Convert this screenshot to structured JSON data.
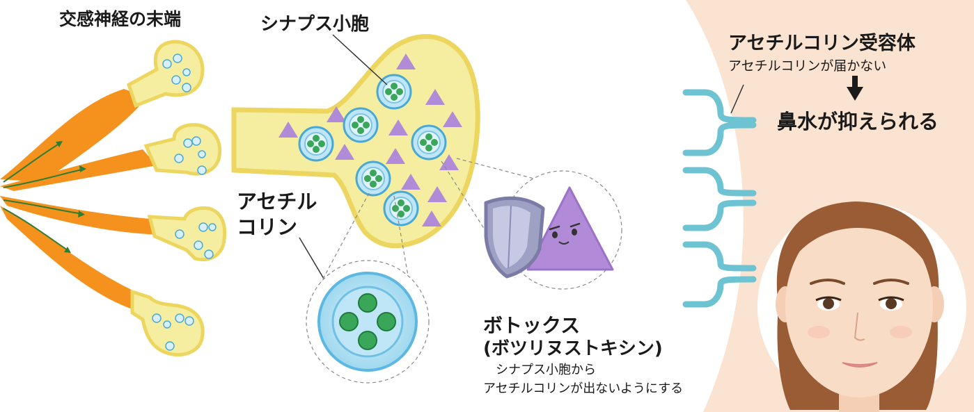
{
  "labels": {
    "sympathetic_nerve_terminal": "交感神経の末端",
    "synaptic_vesicle": "シナプス小胞",
    "acetylcholine_line1": "アセチル",
    "acetylcholine_line2": "コリン",
    "acetylcholine_receptor": "アセチルコリン受容体",
    "acetylcholine_not_reaching": "アセチルコリンが届かない",
    "runny_nose_suppressed": "鼻水が抑えられる",
    "botox": "ボトックス",
    "botulinum_toxin": "(ボツリヌストキシン)",
    "botox_desc_line1": "シナプス小胞から",
    "botox_desc_line2": "アセチルコリンが出ないようにする"
  },
  "colors": {
    "nerve_orange": "#f5921e",
    "terminal_yellow": "#f5eea0",
    "terminal_outline": "#ecd660",
    "vesicle_blue": "#5cb8e0",
    "acetylcholine_green": "#3aa65a",
    "toxin_purple": "#b18ad8",
    "receptor_cyan": "#6ec3d3",
    "skin_background": "#fbe3d2",
    "arrow_green": "#2e7d32"
  },
  "icons": {
    "shield": "shield-icon",
    "toxin_character": "toxin-character-icon",
    "face": "face-illustration",
    "down_arrow": "down-arrow-icon"
  }
}
